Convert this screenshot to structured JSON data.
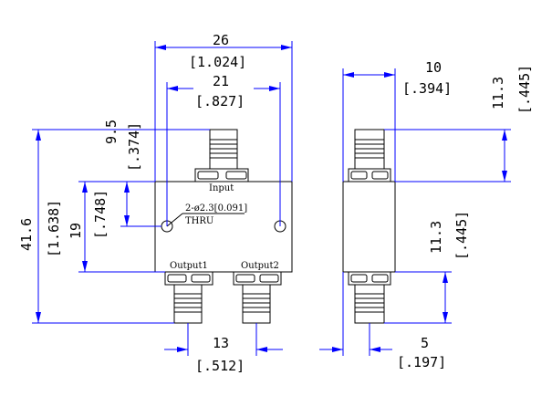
{
  "front_view": {
    "width": {
      "mm": "26",
      "in": "[1.024]"
    },
    "hole_spacing": {
      "mm": "21",
      "in": "[.827]"
    },
    "input_offset": {
      "mm": "9.5",
      "in": "[.374]"
    },
    "total_height": {
      "mm": "41.6",
      "in": "[1.638]"
    },
    "body_height": {
      "mm": "19",
      "in": "[.748]"
    },
    "output_spacing": {
      "mm": "13",
      "in": "[.512]"
    },
    "labels": {
      "input": "Input",
      "output1": "Output1",
      "output2": "Output2",
      "hole_note_line1": "2-ø2.3[0.091]",
      "hole_note_line2": "THRU"
    }
  },
  "side_view": {
    "depth": {
      "mm": "10",
      "in": "[.394]"
    },
    "connector_top": {
      "mm": "11.3",
      "in": "[.445]"
    },
    "connector_bottom": {
      "mm": "11.3",
      "in": "[.445]"
    },
    "edge_offset": {
      "mm": "5",
      "in": "[.197]"
    }
  },
  "colors": {
    "outline": "#000000",
    "dimension": "#0000ff",
    "background": "#ffffff"
  }
}
